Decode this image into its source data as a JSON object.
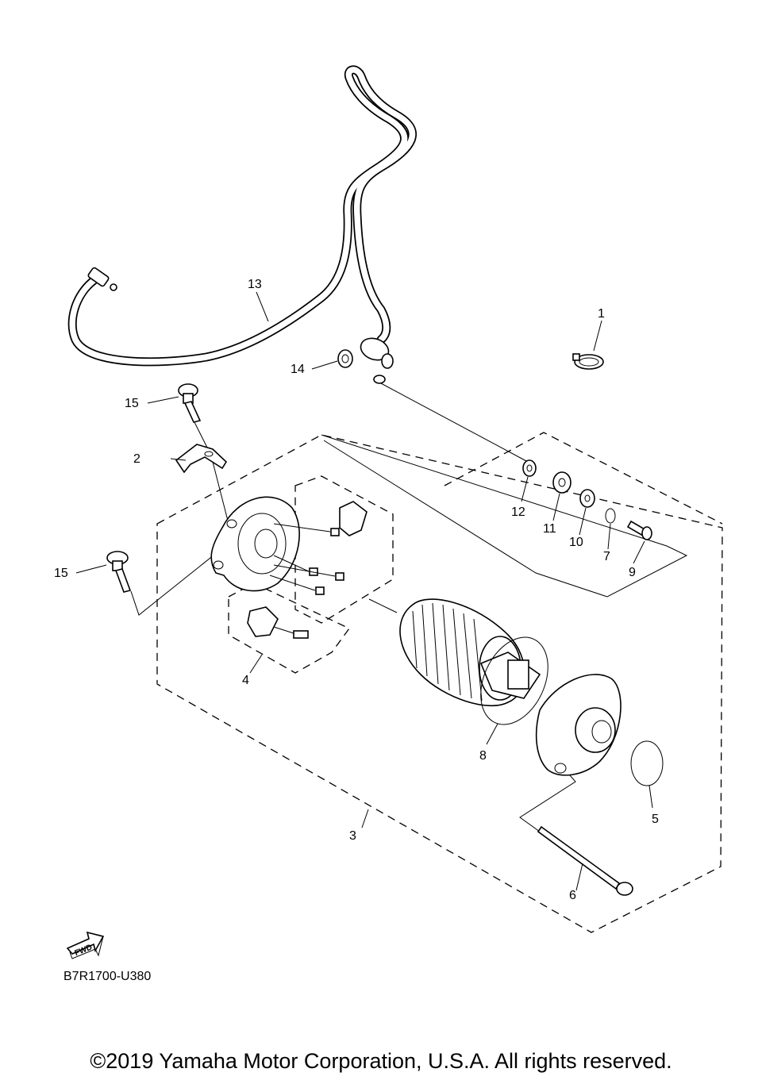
{
  "callouts": [
    "1",
    "2",
    "3",
    "4",
    "5",
    "6",
    "7",
    "8",
    "9",
    "10",
    "11",
    "12",
    "13",
    "14",
    "15",
    "15"
  ],
  "fwd_badge": "FWD",
  "diagram_code": "B7R1700-U380",
  "copyright": "©2019 Yamaha Motor Corporation, U.S.A. All rights reserved."
}
